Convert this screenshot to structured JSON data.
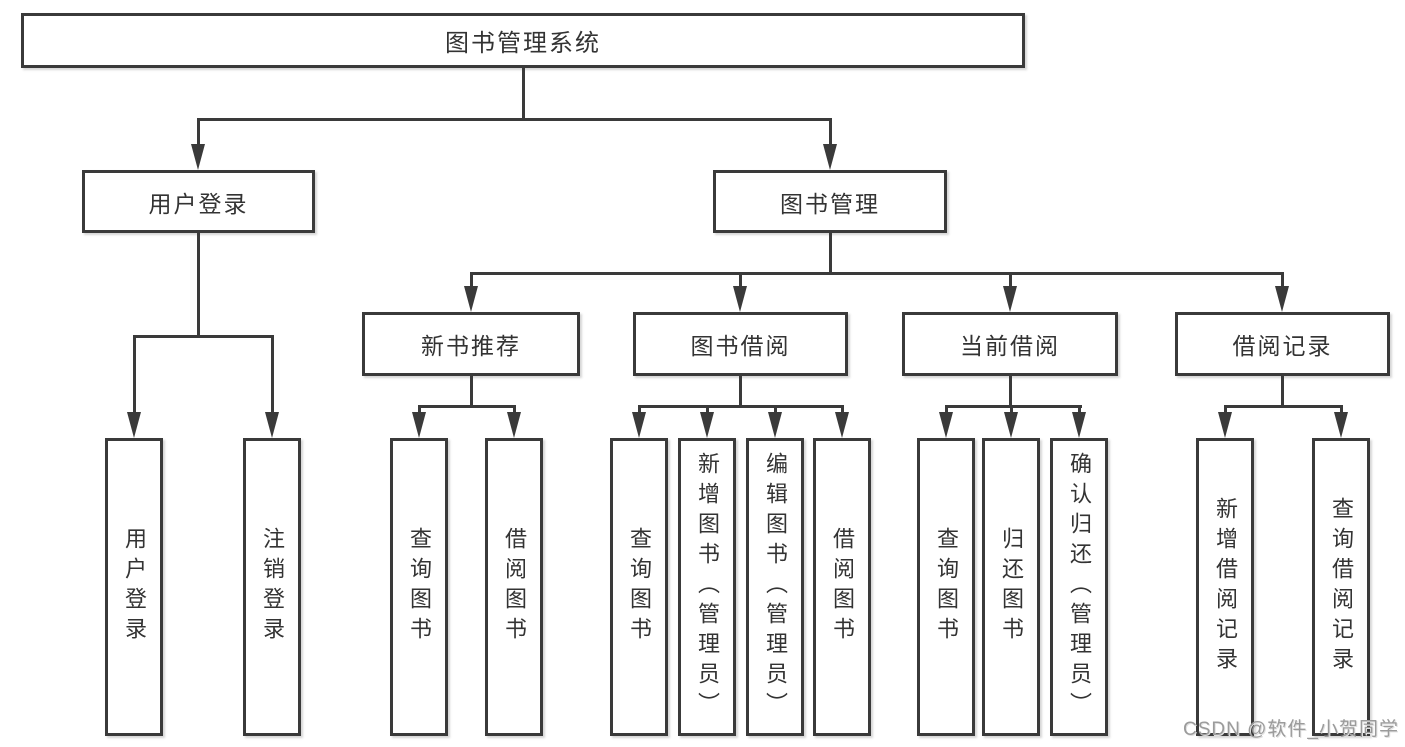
{
  "tree": {
    "label": "图书管理系统",
    "children": [
      {
        "label": "用户登录",
        "children": [
          {
            "label": "用户登录"
          },
          {
            "label": "注销登录"
          }
        ]
      },
      {
        "label": "图书管理",
        "children": [
          {
            "label": "新书推荐",
            "children": [
              {
                "label": "查询图书"
              },
              {
                "label": "借阅图书"
              }
            ]
          },
          {
            "label": "图书借阅",
            "children": [
              {
                "label": "查询图书"
              },
              {
                "label": "新增图书（管理员）"
              },
              {
                "label": "编辑图书（管理员）"
              },
              {
                "label": "借阅图书"
              }
            ]
          },
          {
            "label": "当前借阅",
            "children": [
              {
                "label": "查询图书"
              },
              {
                "label": "归还图书"
              },
              {
                "label": "确认归还（管理员）"
              }
            ]
          },
          {
            "label": "借阅记录",
            "children": [
              {
                "label": "新增借阅记录"
              },
              {
                "label": "查询借阅记录"
              }
            ]
          }
        ]
      }
    ]
  },
  "watermark": {
    "text": "CSDN @软件_小贺同学"
  },
  "colors": {
    "line": "#3a3a3a",
    "box_border": "#3a3a3a",
    "text": "#333333",
    "watermark": "#9b9b9b",
    "background": "#ffffff"
  }
}
